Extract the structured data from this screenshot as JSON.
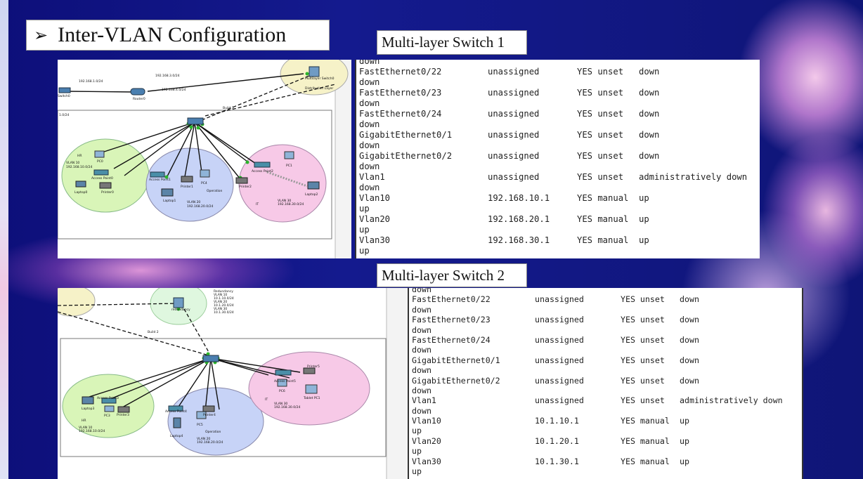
{
  "slide": {
    "title": "Inter-VLAN Configuration",
    "bullet": "➢",
    "colors": {
      "background": "#121888",
      "bubble_pink": "#f0c8ea",
      "vlan10": "#d9f5b8",
      "vlan20": "#c7d3f7",
      "vlan30": "#f7c9e7"
    }
  },
  "switch1": {
    "label": "Multi-layer Switch 1",
    "topology": {
      "nets": [
        "192.168.1.0/24",
        "192.168.3.0/24",
        "192.168.4.0/24",
        "1.0/24"
      ],
      "router": "Router0",
      "switch0": "Switch0",
      "mls": "Multilayer Switch0",
      "dist_layer": "Distribution Layer",
      "build": "Build 1",
      "hr": "HR",
      "vlan10": "VLAN 10",
      "vlan10_net": "192.168.10.0/24",
      "vlan20": "VLAN 20",
      "vlan20_net": "192.168.20.0/24",
      "vlan30": "VLAN 30",
      "vlan30_net": "192.168.30.0/24",
      "operation": "Operation",
      "it": "IT",
      "pc0": "PC0",
      "pc4": "PC4",
      "pc1": "PC1",
      "ap0": "Access Point0",
      "ap1": "Access Point1",
      "ap2": "Access Point2",
      "laptop0": "Laptop0",
      "laptop1": "Laptop1",
      "laptop2": "Laptop2",
      "printer0": "Printer0",
      "printer1": "Printer1",
      "printer2": "Printer2"
    },
    "terminal": {
      "top": "down",
      "rows": [
        {
          "iface": "FastEthernet0/22",
          "ip": "unassigned",
          "ok": "YES unset",
          "status": "down",
          "proto": "down"
        },
        {
          "iface": "FastEthernet0/23",
          "ip": "unassigned",
          "ok": "YES unset",
          "status": "down",
          "proto": "down"
        },
        {
          "iface": "FastEthernet0/24",
          "ip": "unassigned",
          "ok": "YES unset",
          "status": "down",
          "proto": "down"
        },
        {
          "iface": "GigabitEthernet0/1",
          "ip": "unassigned",
          "ok": "YES unset",
          "status": "down",
          "proto": "down"
        },
        {
          "iface": "GigabitEthernet0/2",
          "ip": "unassigned",
          "ok": "YES unset",
          "status": "down",
          "proto": "down"
        },
        {
          "iface": "Vlan1",
          "ip": "unassigned",
          "ok": "YES unset",
          "status": "administratively down",
          "proto": "down"
        },
        {
          "iface": "Vlan10",
          "ip": "192.168.10.1",
          "ok": "YES manual",
          "status": "up",
          "proto": "up"
        },
        {
          "iface": "Vlan20",
          "ip": "192.168.20.1",
          "ok": "YES manual",
          "status": "up",
          "proto": "up"
        },
        {
          "iface": "Vlan30",
          "ip": "192.168.30.1",
          "ok": "YES manual",
          "status": "up",
          "proto": "up"
        }
      ]
    }
  },
  "switch2": {
    "label": "Multi-layer Switch 2",
    "topology": {
      "redundancy": "Redundancy",
      "redundancy_nets": [
        "VLAN 10",
        "10.1.10.0/24",
        "VLAN 20",
        "10.1.20.0/24",
        "VLAN 30",
        "10.1.30.0/24"
      ],
      "mls": "redundancy",
      "build": "Build 2",
      "hr": "HR",
      "vlan10": "VLAN 10",
      "vlan10_net": "192.168.10.0/24",
      "vlan20": "VLAN 20",
      "vlan20_net": "192.168.20.0/24",
      "vlan30": "VLAN 30",
      "vlan30_net": "192.168.30.0/24",
      "operation": "Operation",
      "it": "IT",
      "pc3": "PC3",
      "pc5": "PC5",
      "pc6": "PC6",
      "ap3": "Access Point3",
      "ap4": "Access Point4",
      "ap5": "Access Point5",
      "laptop3": "Laptop3",
      "laptop4": "Laptop4",
      "printer3": "Printer3",
      "printer4": "Printer4",
      "printer5": "Printer5",
      "tablet": "Tablet PC1"
    },
    "terminal": {
      "top": "down",
      "rows": [
        {
          "iface": "FastEthernet0/22",
          "ip": "unassigned",
          "ok": "YES unset",
          "status": "down",
          "proto": "down"
        },
        {
          "iface": "FastEthernet0/23",
          "ip": "unassigned",
          "ok": "YES unset",
          "status": "down",
          "proto": "down"
        },
        {
          "iface": "FastEthernet0/24",
          "ip": "unassigned",
          "ok": "YES unset",
          "status": "down",
          "proto": "down"
        },
        {
          "iface": "GigabitEthernet0/1",
          "ip": "unassigned",
          "ok": "YES unset",
          "status": "down",
          "proto": "down"
        },
        {
          "iface": "GigabitEthernet0/2",
          "ip": "unassigned",
          "ok": "YES unset",
          "status": "down",
          "proto": "down"
        },
        {
          "iface": "Vlan1",
          "ip": "unassigned",
          "ok": "YES unset",
          "status": "administratively down",
          "proto": "down"
        },
        {
          "iface": "Vlan10",
          "ip": "10.1.10.1",
          "ok": "YES manual",
          "status": "up",
          "proto": "up"
        },
        {
          "iface": "Vlan20",
          "ip": "10.1.20.1",
          "ok": "YES manual",
          "status": "up",
          "proto": "up"
        },
        {
          "iface": "Vlan30",
          "ip": "10.1.30.1",
          "ok": "YES manual",
          "status": "up",
          "proto": "up"
        }
      ]
    }
  }
}
